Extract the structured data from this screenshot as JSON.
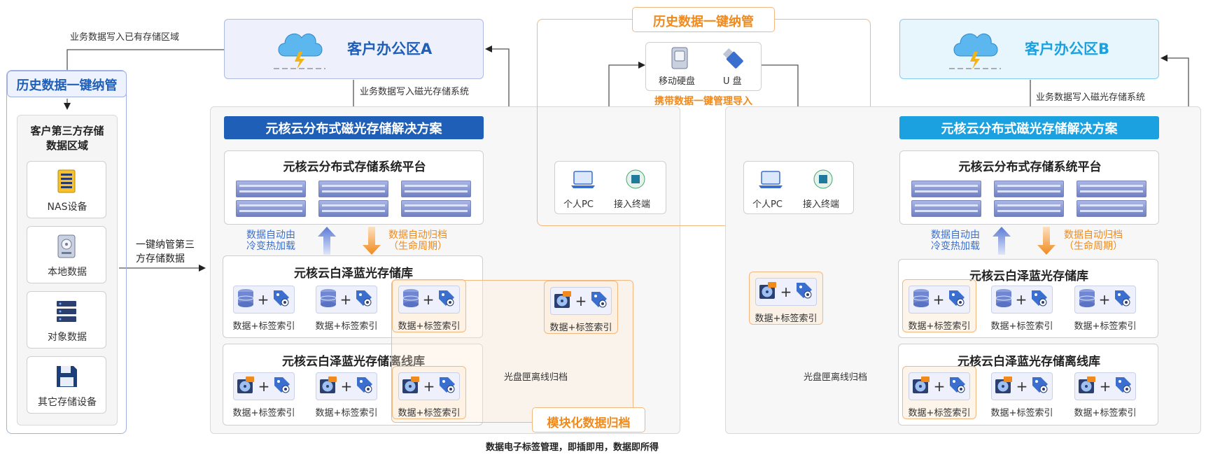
{
  "colors": {
    "dark_blue": "#1f5fb8",
    "light_blue": "#1ba1e0",
    "orange": "#f08a1c",
    "text_blue": "#3a6fd0",
    "frame_blue": "#9fb1e4",
    "frame_orange": "#f4b77e"
  },
  "left": {
    "top_label": "业务数据写入已有存储区域",
    "title": "历史数据一键纳管",
    "store_title": "客户第三方存储\n数据区域",
    "devices": [
      "NAS设备",
      "本地数据",
      "对象数据",
      "其它存储设备"
    ],
    "device_icons": [
      "nas-server-icon",
      "hard-disk-icon",
      "object-storage-icon",
      "floppy-disk-icon"
    ],
    "arrow_label": "一键纳管第三\n方存储数据"
  },
  "office_a": {
    "title": "客户办公区A",
    "write_label": "业务数据写入磁光存储系统"
  },
  "office_b": {
    "title": "客户办公区B",
    "write_label": "业务数据写入磁光存储系统"
  },
  "sys_a": {
    "banner": "元核云分布式磁光存储解决方案",
    "platform": "元核云分布式存储系统平台",
    "up_label": "数据自动由\n冷变热加载",
    "down_label": "数据自动归档\n（生命周期）",
    "lib": "元核云白泽蓝光存储库",
    "offline": "元核云白泽蓝光存储离线库",
    "cell_label": "数据+标签索引",
    "plus": "+",
    "modular": "模块化数据归档",
    "offline_arrow": "光盘匣离线归档",
    "footer": "数据电子标签管理，即插即用，数据即所得"
  },
  "sys_b": {
    "banner": "元核云分布式磁光存储解决方案",
    "platform": "元核云分布式存储系统平台",
    "up_label": "数据自动由\n冷变热加载",
    "down_label": "数据自动归档\n（生命周期）",
    "lib": "元核云白泽蓝光存储库",
    "offline": "元核云白泽蓝光存储离线库",
    "cell_label": "数据+标签索引",
    "plus": "+",
    "offline_arrow": "光盘匣离线归档"
  },
  "center": {
    "title": "历史数据一键纳管",
    "devices": [
      "移动硬盘",
      "U 盘"
    ],
    "import_label": "携带数据一键管理导入",
    "terminals": [
      "个人PC",
      "接入终端"
    ]
  }
}
